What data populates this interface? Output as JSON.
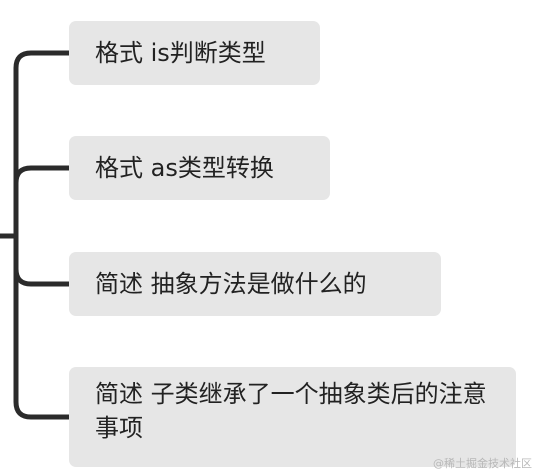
{
  "nodes": [
    {
      "label": "格式 is判断类型"
    },
    {
      "label": "格式 as类型转换"
    },
    {
      "label": "简述 抽象方法是做什么的"
    },
    {
      "label": "简述 子类继承了一个抽象类后的注意事项"
    }
  ],
  "watermark": "@稀土掘金技术社区",
  "colors": {
    "node_fill": "#e6e6e6",
    "connector": "#2b2b2b",
    "text": "#222222"
  }
}
